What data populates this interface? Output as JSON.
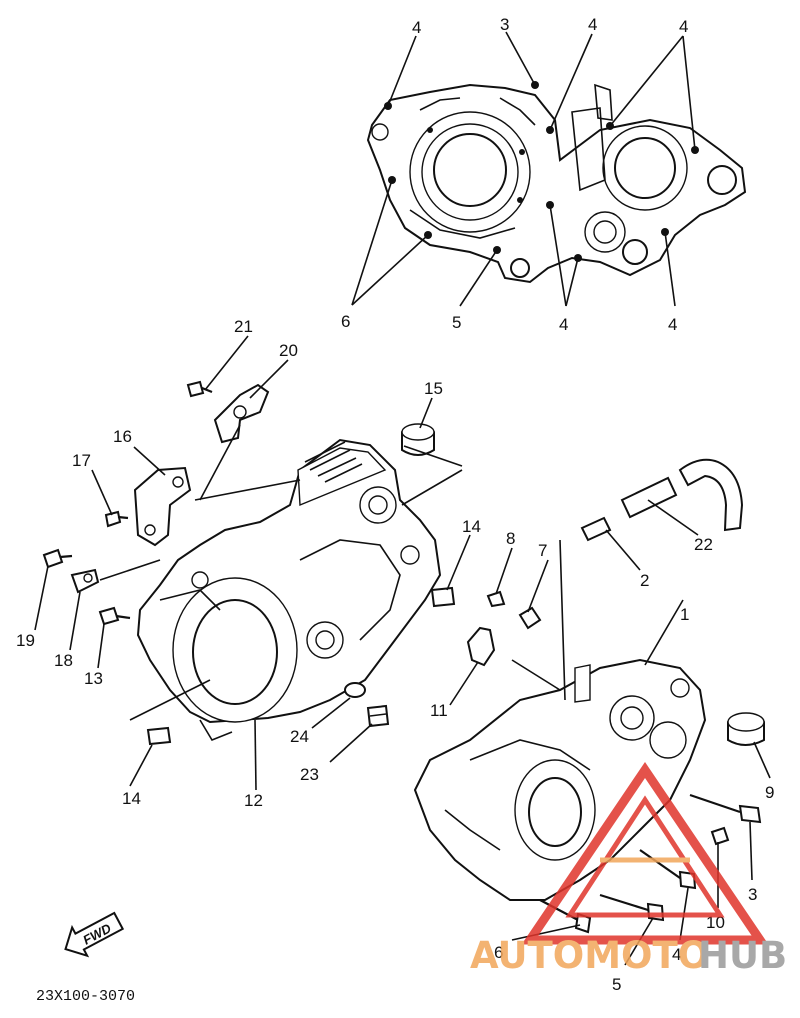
{
  "diagram_code": "23X100-3070",
  "fwd_label": "FWD",
  "watermark": {
    "part1": "AUTOMOTO",
    "part2": "HUB",
    "color_red": "#e0352b",
    "color_orange": "#f2a65a",
    "color_gray": "#9a9a9a"
  },
  "callouts": {
    "c1": "1",
    "c2": "2",
    "c3_top": "3",
    "c3_bottom": "3",
    "c4_a": "4",
    "c4_b": "4",
    "c4_c": "4",
    "c4_d": "4",
    "c4_e": "4",
    "c4_bottom": "4",
    "c5_top": "5",
    "c5_bottom": "5",
    "c6_top": "6",
    "c6_bottom": "6",
    "c7": "7",
    "c8": "8",
    "c9": "9",
    "c10": "10",
    "c11": "11",
    "c12": "12",
    "c13": "13",
    "c14_a": "14",
    "c14_b": "14",
    "c15": "15",
    "c16": "16",
    "c17": "17",
    "c18": "18",
    "c19": "19",
    "c20": "20",
    "c21": "21",
    "c22": "22",
    "c23": "23",
    "c24": "24"
  }
}
